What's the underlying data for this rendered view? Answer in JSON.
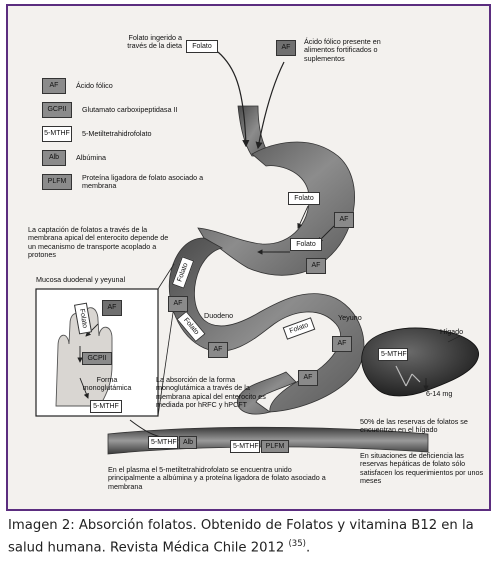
{
  "colors": {
    "border": "#5b2d7f",
    "gut": "#6f6f6f",
    "liver": "#3a3a3a"
  },
  "top": {
    "diet_label": "Folato ingerido a través de la dieta",
    "diet_tag": "Folato",
    "af_tag": "AF",
    "fortified_label": "Ácido fólico presente en alimentos fortificados o suplementos"
  },
  "legend": [
    {
      "abbr": "AF",
      "text": "Ácido fólico"
    },
    {
      "abbr": "GCPII",
      "text": "Glutamato carboxipeptidasa II"
    },
    {
      "abbr": "5-MTHF",
      "text": "5-Metiltetrahidrofolato"
    },
    {
      "abbr": "Alb",
      "text": "Albúmina"
    },
    {
      "abbr": "PLFM",
      "text": "Proteína ligadora de folato asociado a membrana"
    }
  ],
  "stomach": {
    "folato1": "Folato",
    "af1": "AF",
    "folato2": "Folato",
    "af2": "AF"
  },
  "proton_label": "La captación de folatos a través de la membrana apical del enterocito depende de un mecanismo de transporte acoplado a protones",
  "mucosa_title": "Mucosa duodenal y yeyunal",
  "villus": {
    "folato": "Folato",
    "af": "AF",
    "gcpii": "GCPII",
    "forma": "Forma monoglutámica",
    "mthf": "5-MTHF"
  },
  "intestine": {
    "folato_a": "Folato",
    "af_a": "AF",
    "folato_b": "Folato",
    "af_b": "AF",
    "duodeno": "Duodeno",
    "folato_c": "Folato",
    "yeyuno": "Yeyuno",
    "af_c": "AF",
    "af_d": "AF"
  },
  "mono_label": "La absorción de la forma monoglutámica a través de la membrana apical del enterocito es mediada por hRFC y hPCFT",
  "vessel": {
    "mthf1": "5-MTHF",
    "alb": "Alb",
    "mthf2": "5-MTHF",
    "plfm": "PLFM"
  },
  "plasma_label": "En el plasma el 5-metiltetrahidrofolato se encuentra unido principalmente a albúmina y a proteína ligadora de folato asociado a membrana",
  "liver": {
    "title": "Hígado",
    "mthf": "5-MTHF",
    "amount": "6-14 mg",
    "reserve": "50% de las reservas de folatos se encuentran en el hígado",
    "deficiency": "En situaciones de deficiencia las reservas hepáticas de folato sólo satisfacen los requerimientos por unos meses"
  },
  "caption": {
    "text": "Imagen 2: Absorción folatos. Obtenido de  Folatos y vitamina B12 en la salud humana. Revista Médica Chile 2012",
    "ref": "(35)",
    "end": "."
  }
}
